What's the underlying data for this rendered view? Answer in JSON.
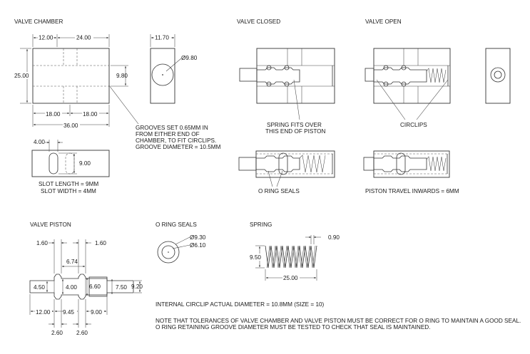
{
  "titles": {
    "valve_chamber": "VALVE CHAMBER",
    "valve_closed": "VALVE CLOSED",
    "valve_open": "VALVE OPEN",
    "valve_piston": "VALVE PISTON",
    "o_ring_seals": "O RING SEALS",
    "spring": "SPRING"
  },
  "chamber": {
    "dim_left": "12.00",
    "dim_mid": "24.00",
    "dim_height": "25.00",
    "dim_bore": "9.80",
    "dim_bottom_left": "18.00",
    "dim_bottom_right": "18.00",
    "dim_overall": "36.00",
    "end_width": "11.70",
    "end_dia": "Ø9.80",
    "groove_note": [
      "GROOVES SET 0.65MM IN",
      "FROM EITHER END OF",
      "CHAMBER, TO FIT CIRCLIPS.",
      "GROOVE DIAMETER = 10.5MM"
    ],
    "slot_dim_x": "4.00",
    "slot_dim_y": "9.00",
    "slot_length": "SLOT LENGTH = 9MM",
    "slot_width": "SLOT WIDTH = 4MM"
  },
  "closed": {
    "spring_note": [
      "SPRING FITS OVER",
      "THIS END OF PISTON"
    ],
    "o_ring_note": "O RING SEALS"
  },
  "open": {
    "circlips": "CIRCLIPS",
    "travel": "PISTON TRAVEL INWARDS = 6MM"
  },
  "piston": {
    "d160a": "1.60",
    "d160b": "1.60",
    "d674": "6.74",
    "d450": "4.50",
    "d400": "4.00",
    "d660": "6.60",
    "d750": "7.50",
    "d920": "9.20",
    "d1200": "12.00",
    "d945": "9.45",
    "d900": "9.00",
    "d260a": "2.60",
    "d260b": "2.60"
  },
  "oring": {
    "d930": "Ø9.30",
    "d610": "Ø6.10"
  },
  "spring": {
    "wire": "0.90",
    "dia": "9.50",
    "length": "25.00"
  },
  "notes": {
    "circlip": "INTERNAL CIRCLIP ACTUAL DIAMETER = 10.8MM (SIZE = 10)",
    "tolerance_1": "NOTE THAT TOLERANCES OF VALVE CHAMBER AND VALVE PISTON MUST BE CORRECT FOR O RING TO MAINTAIN A GOOD SEAL.",
    "tolerance_2": "O RING RETAINING GROOVE DIAMETER MUST BE TESTED TO CHECK THAT SEAL IS MAINTAINED."
  }
}
